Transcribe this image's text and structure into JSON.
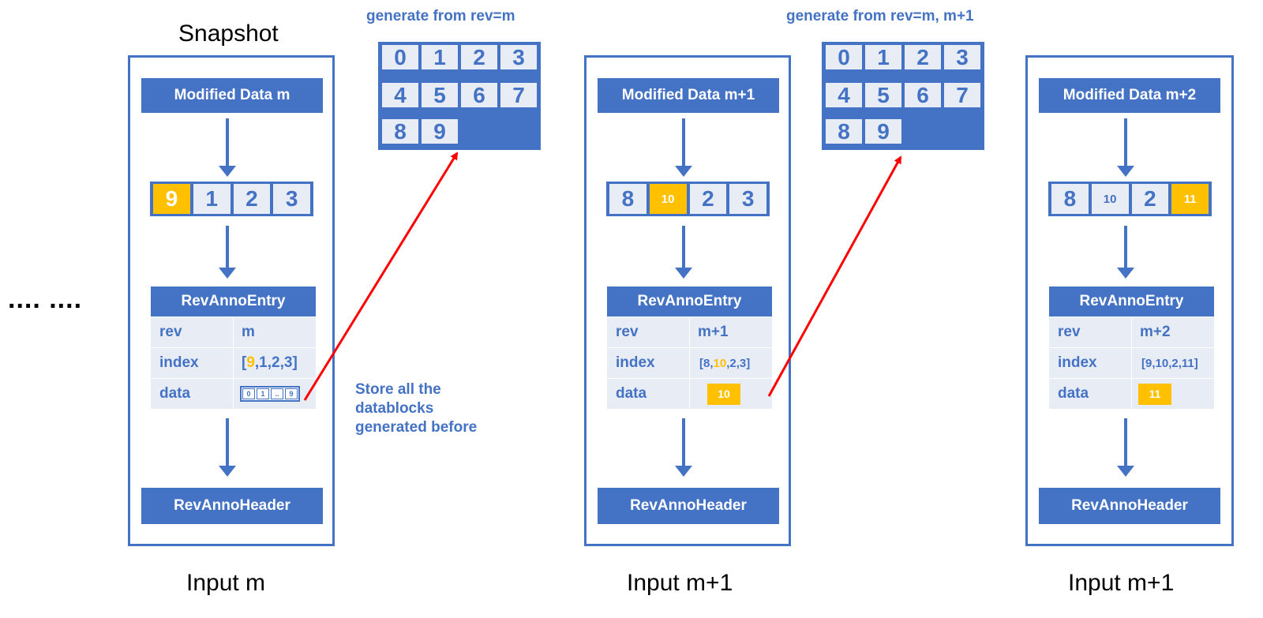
{
  "ellipsis": ".... ....",
  "snapshot_label": "Snapshot",
  "gen_label_1": "generate from rev=m",
  "gen_label_2": "generate from rev=m, m+1",
  "store_note": [
    "Store all the",
    "datablocks",
    "generated before"
  ],
  "grid_values": [
    "0",
    "1",
    "2",
    "3",
    "4",
    "5",
    "6",
    "7",
    "8",
    "9"
  ],
  "panels": [
    {
      "modified": "Modified Data m",
      "cells": [
        "9",
        "1",
        "2",
        "3"
      ],
      "anno_title": "RevAnnoEntry",
      "rev_key": "rev",
      "rev_val": "m",
      "index_key": "index",
      "index_pre": "[",
      "index_hl": "9",
      "index_post": ",1,2,3]",
      "data_key": "data",
      "mini": [
        "0",
        "1",
        "..",
        "9"
      ],
      "header": "RevAnnoHeader",
      "caption": "Input m"
    },
    {
      "modified": "Modified Data m+1",
      "cells": [
        "8",
        "10",
        "2",
        "3"
      ],
      "anno_title": "RevAnnoEntry",
      "rev_key": "rev",
      "rev_val": "m+1",
      "index_key": "index",
      "index_pre": "[8,",
      "index_hl": "10",
      "index_post": ",2,3]",
      "data_key": "data",
      "data_badge": "10",
      "header": "RevAnnoHeader",
      "caption": "Input m+1"
    },
    {
      "modified": "Modified Data m+2",
      "cells": [
        "8",
        "10",
        "2",
        "11"
      ],
      "anno_title": "RevAnnoEntry",
      "rev_key": "rev",
      "rev_val": "m+2",
      "index_key": "index",
      "index_full": "[9,10,2,11]",
      "data_key": "data",
      "data_badge": "11",
      "header": "RevAnnoHeader",
      "caption": "Input m+1"
    }
  ],
  "colors": {
    "accent": "#4472c4",
    "highlight": "#ffc000",
    "cell_bg": "#e8ecf5",
    "link_arrow": "#ff0000"
  }
}
